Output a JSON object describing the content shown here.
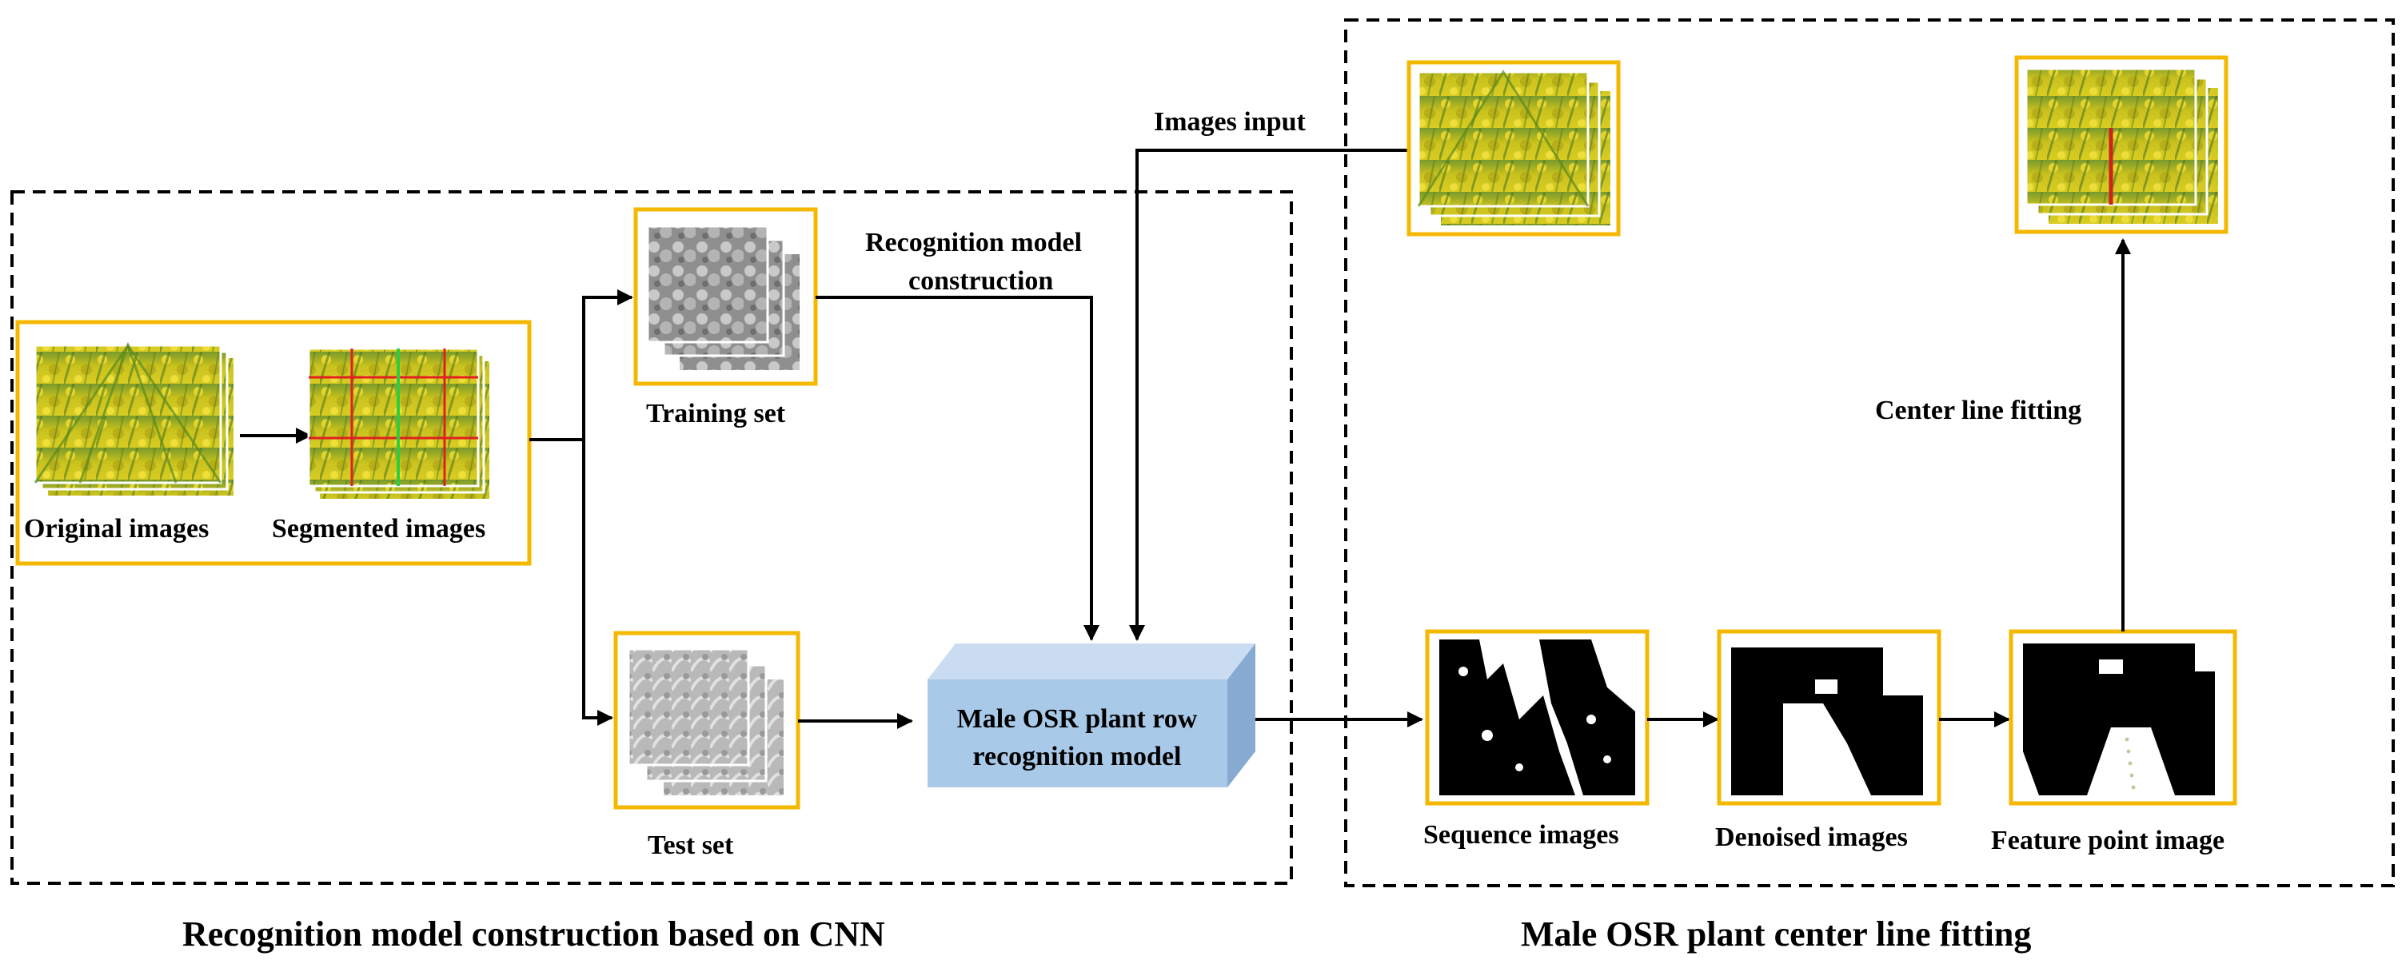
{
  "left_panel": {
    "caption": "Recognition model construction based on CNN",
    "original_images_label": "Original  images",
    "segmented_images_label": "Segmented images",
    "training_set_label": "Training  set",
    "test_set_label": "Test set",
    "recognition_arrow_label_line1": "Recognition model",
    "recognition_arrow_label_line2": "construction",
    "model_label_line1": "Male OSR plant row",
    "model_label_line2": "recognition  model"
  },
  "right_panel": {
    "caption": "Male OSR plant  center line fitting",
    "images_input_label": "Images input",
    "center_line_fitting_label": "Center line fitting",
    "sequence_images_label": "Sequence images",
    "denoised_images_label": "Denoised images",
    "feature_point_image_label": "Feature point  image"
  },
  "colors": {
    "frame_border": "#f5b800",
    "model_box_front": "#a9c9e9",
    "model_box_top": "#c9dcf1",
    "model_box_side": "#86aad0",
    "field_yellow": "#c8bf1d",
    "field_green": "#5f8a1f",
    "gray_texture": "#9d9d9d"
  }
}
